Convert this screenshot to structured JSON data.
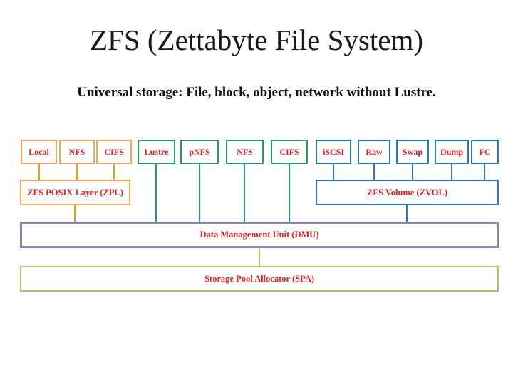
{
  "title": "ZFS (Zettabyte File System)",
  "subtitle": "Universal storage: File, block, object, network without Lustre.",
  "colors": {
    "label_text": "#dd2126",
    "title_text": "#1a1a1a",
    "posix_border": "#eda95d",
    "posix_connector": "#d9a41c",
    "network_border": "#1fa065",
    "volume_border": "#2b79bd",
    "dmu_border": "#8a85ac",
    "spa_border": "#a2ca67"
  },
  "diagram": {
    "posix": {
      "boxes": [
        "Local",
        "NFS",
        "CIFS"
      ],
      "layer": "ZFS POSIX Layer (ZPL)"
    },
    "network": {
      "boxes": [
        "Lustre",
        "pNFS",
        "NFS",
        "CIFS"
      ]
    },
    "volume": {
      "boxes": [
        "iSCSI",
        "Raw",
        "Swap",
        "Dump",
        "FC"
      ],
      "layer": "ZFS Volume (ZVOL)"
    },
    "dmu": "Data Management Unit (DMU)",
    "spa": "Storage Pool Allocator (SPA)"
  }
}
